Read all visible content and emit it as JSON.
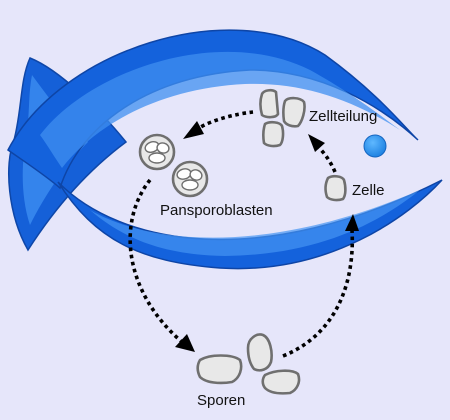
{
  "labels": {
    "cell": "Zelle",
    "division": "Zellteilung",
    "pansporoblasts": "Pansporoblasten",
    "spores": "Sporen"
  },
  "colors": {
    "background": "#e6e6fa",
    "fish_body": "#1565e0",
    "fish_light": "#3f8ff0",
    "eye": "#2196f3",
    "cell_fill": "#e8e8e8",
    "cell_stroke": "#6f6f6f",
    "arrow": "#000000"
  }
}
